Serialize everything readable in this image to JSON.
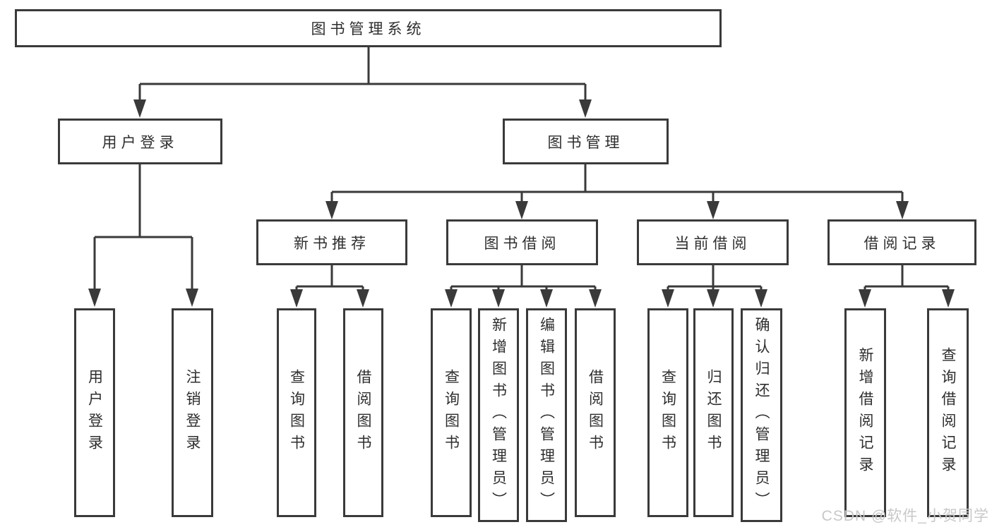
{
  "diagram": {
    "root": {
      "label": "图书管理系统"
    },
    "level2": [
      {
        "label": "用户登录",
        "children": [
          {
            "label": "用户登录"
          },
          {
            "label": "注销登录"
          }
        ]
      },
      {
        "label": "图书管理",
        "children": [
          {
            "label": "新书推荐",
            "children": [
              {
                "label": "查询图书"
              },
              {
                "label": "借阅图书"
              }
            ]
          },
          {
            "label": "图书借阅",
            "children": [
              {
                "label": "查询图书"
              },
              {
                "label": "新增图书（管理员）"
              },
              {
                "label": "编辑图书（管理员）"
              },
              {
                "label": "借阅图书"
              }
            ]
          },
          {
            "label": "当前借阅",
            "children": [
              {
                "label": "查询图书"
              },
              {
                "label": "归还图书"
              },
              {
                "label": "确认归还（管理员）"
              }
            ]
          },
          {
            "label": "借阅记录",
            "children": [
              {
                "label": "新增借阅记录"
              },
              {
                "label": "查询借阅记录"
              }
            ]
          }
        ]
      }
    ]
  },
  "watermark": {
    "text": "CSDN @软件_小贺同学"
  },
  "colors": {
    "line": "#3a3a3a",
    "box_border": "#3a3a3a",
    "text": "#2e2e2e",
    "watermark": "#c8c8c8",
    "background": "#ffffff"
  }
}
